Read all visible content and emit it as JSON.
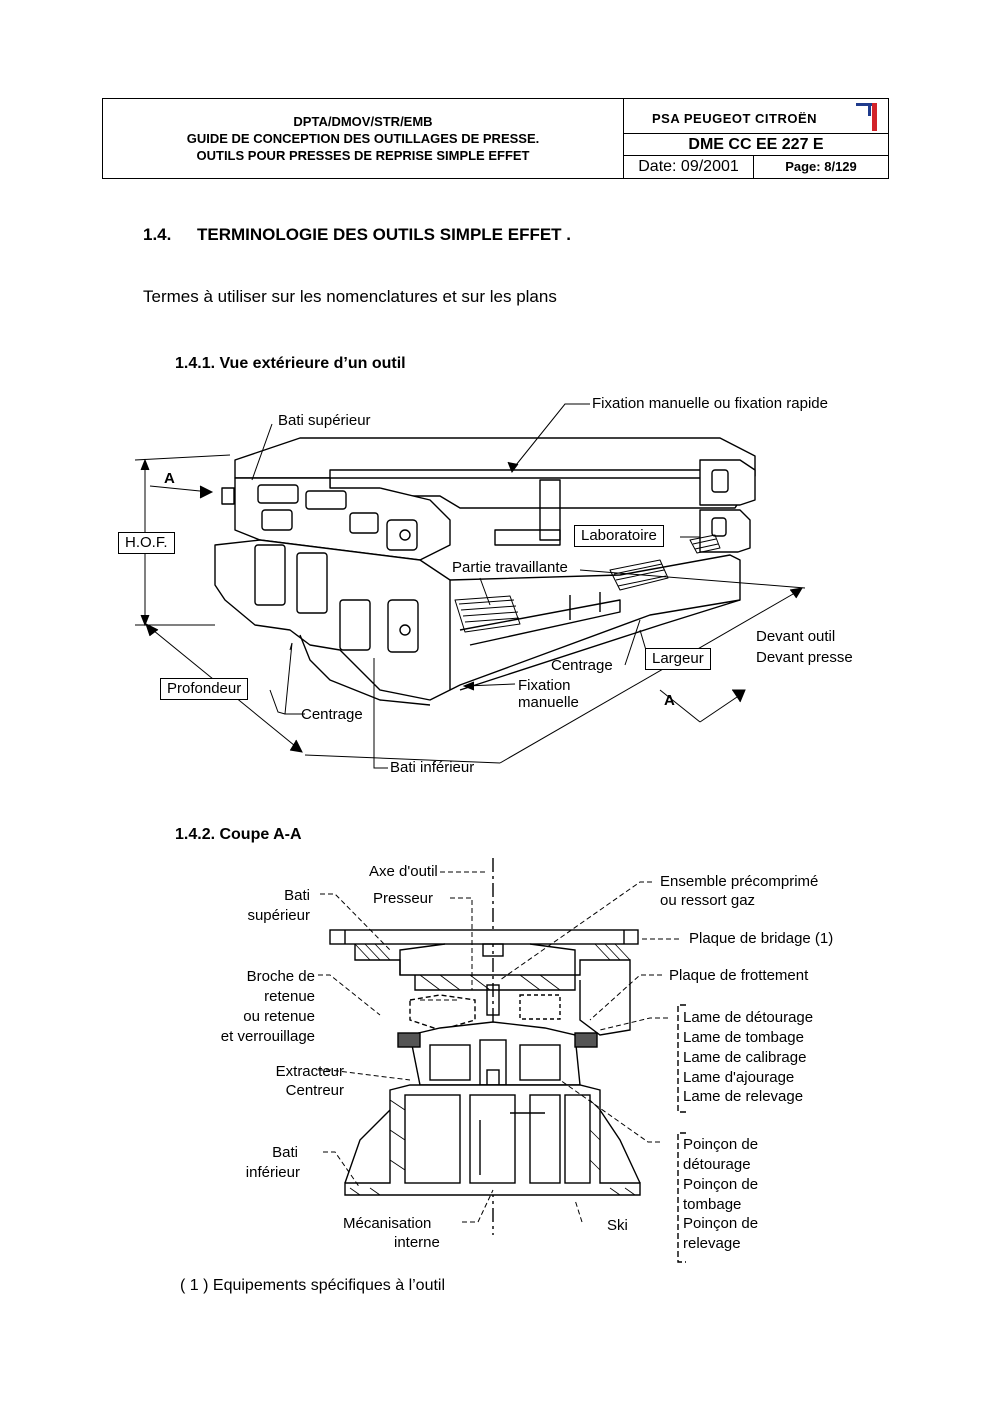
{
  "header": {
    "left_lines": [
      "DPTA/DMOV/STR/EMB",
      "GUIDE DE CONCEPTION DES OUTILLAGES DE PRESSE.",
      "OUTILS POUR PRESSES DE REPRISE SIMPLE EFFET"
    ],
    "brand": "PSA PEUGEOT CITROËN",
    "doc_ref": "DME CC EE 227 E",
    "date": "Date: 09/2001",
    "page": "Page: 8/129"
  },
  "section": {
    "number": "1.4.",
    "title": "TERMINOLOGIE DES OUTILS SIMPLE EFFET ."
  },
  "intro": "Termes à utiliser sur les nomenclatures et sur les plans",
  "fig1": {
    "heading": "1.4.1.  Vue extérieure d’un outil",
    "labels": {
      "bati_sup": "Bati supérieur",
      "fixation": "Fixation manuelle ou fixation rapide",
      "a_top": "A",
      "hof": "H.O.F.",
      "laboratoire": "Laboratoire",
      "partie": "Partie travaillante",
      "devant_outil": "Devant outil",
      "devant_presse": "Devant presse",
      "largeur": "Largeur",
      "centrage_r": "Centrage",
      "fixation_man_1": "Fixation",
      "fixation_man_2": "manuelle",
      "a_bottom": "A",
      "profondeur": "Profondeur",
      "centrage_l": "Centrage",
      "bati_inf": "Bati inférieur"
    }
  },
  "fig2": {
    "heading": "1.4.2.  Coupe A-A",
    "labels": {
      "axe": "Axe d'outil",
      "bati_sup_1": "Bati",
      "bati_sup_2": "supérieur",
      "presseur": "Presseur",
      "ensemble_1": "Ensemble précomprimé",
      "ensemble_2": "ou ressort gaz",
      "plaque_bridage": "Plaque de bridage (1)",
      "plaque_frottement": "Plaque de frottement",
      "broche": [
        "Broche de",
        "retenue",
        "ou retenue",
        "et verrouillage"
      ],
      "lames": [
        "Lame de détourage",
        "Lame de tombage",
        "Lame de calibrage",
        "Lame d'ajourage",
        "Lame de relevage"
      ],
      "extracteur": "Extracteur",
      "centreur": "Centreur",
      "poincons": [
        "Poinçon de",
        "détourage",
        "Poinçon de",
        "tombage",
        "Poinçon de",
        "relevage"
      ],
      "bati_inf_1": "Bati",
      "bati_inf_2": "inférieur",
      "mecanisation_1": "Mécanisation",
      "mecanisation_2": "interne",
      "ski": "Ski"
    }
  },
  "footnote": "( 1 ) Equipements spécifiques à l’outil",
  "colors": {
    "logo_red": "#d2232a",
    "logo_blue": "#1f3b8c"
  }
}
